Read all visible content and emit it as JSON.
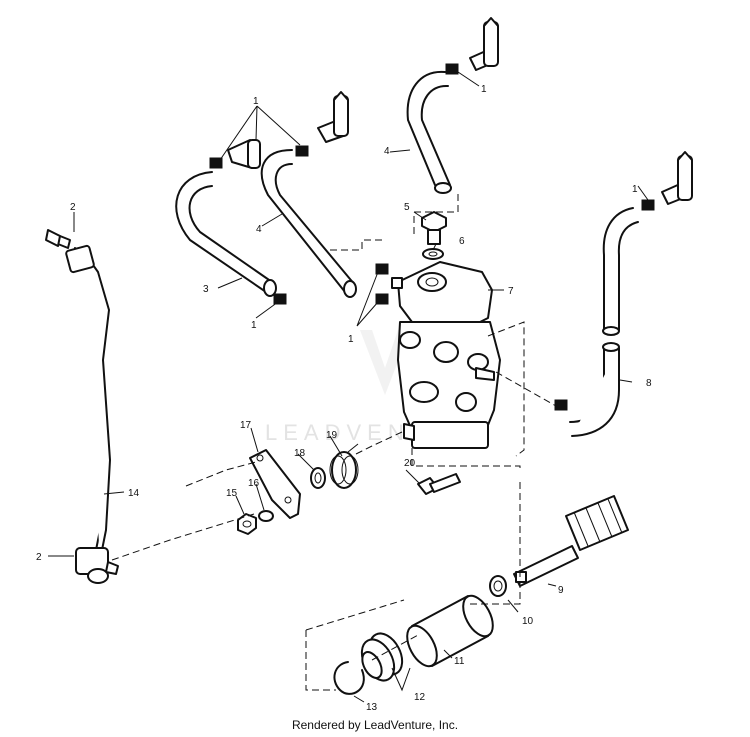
{
  "watermark": "LEADVENTURE",
  "footer": "Rendered by LeadVenture, Inc.",
  "callouts": {
    "c1a": "1",
    "c1b": "1",
    "c1c": "1",
    "c1d": "1",
    "c1e": "1",
    "c2a": "2",
    "c2b": "2",
    "c3": "3",
    "c4a": "4",
    "c4b": "4",
    "c5": "5",
    "c6": "6",
    "c7": "7",
    "c8": "8",
    "c9": "9",
    "c10": "10",
    "c11": "11",
    "c12": "12",
    "c13": "13",
    "c14": "14",
    "c15": "15",
    "c16": "16",
    "c17": "17",
    "c18": "18",
    "c19": "19",
    "c20": "20"
  }
}
